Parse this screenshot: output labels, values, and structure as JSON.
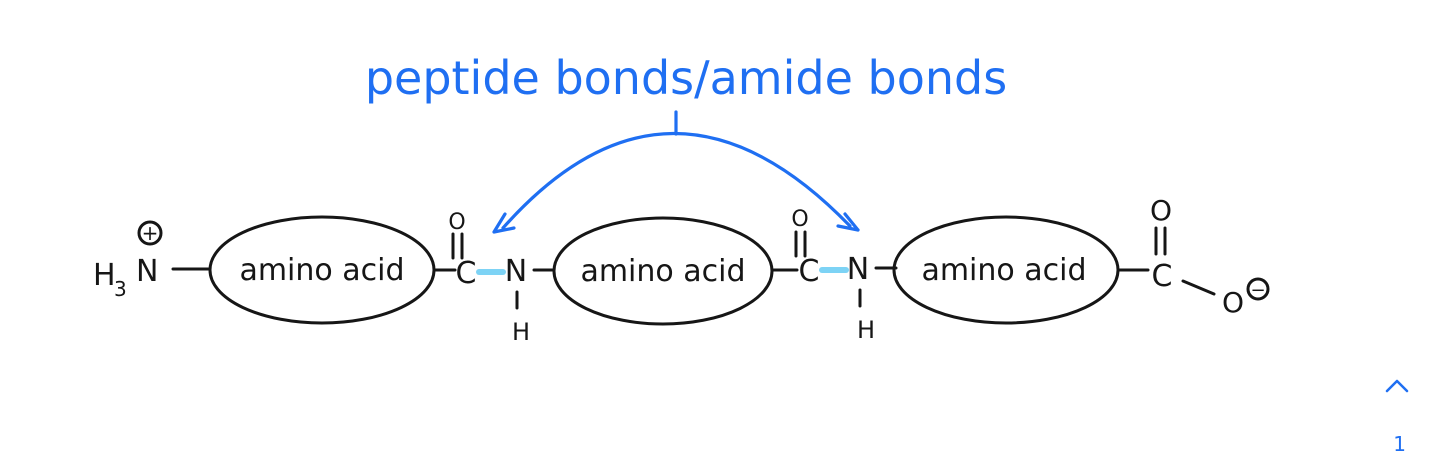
{
  "title": "peptide bonds/amide bonds",
  "n_terminus": {
    "main": "H",
    "sub": "3",
    "atom": "N",
    "charge": "+"
  },
  "residues": [
    {
      "label": "amino acid"
    },
    {
      "label": "amino acid"
    },
    {
      "label": "amino acid"
    }
  ],
  "amide_links": [
    {
      "carbon": "C",
      "oxygen": "O",
      "nitrogen": "N",
      "hydrogen": "H"
    },
    {
      "carbon": "C",
      "oxygen": "O",
      "nitrogen": "N",
      "hydrogen": "H"
    }
  ],
  "c_terminus": {
    "carbon": "C",
    "carbonyl_oxygen": "O",
    "anion_oxygen": "O",
    "charge": "−"
  },
  "colors": {
    "ink": "#161616",
    "annotation": "#1f6ff2",
    "peptide_highlight": "#7dd3f5"
  },
  "ui": {
    "scroll_icon": "chevron-up-icon",
    "page_number": "1"
  }
}
